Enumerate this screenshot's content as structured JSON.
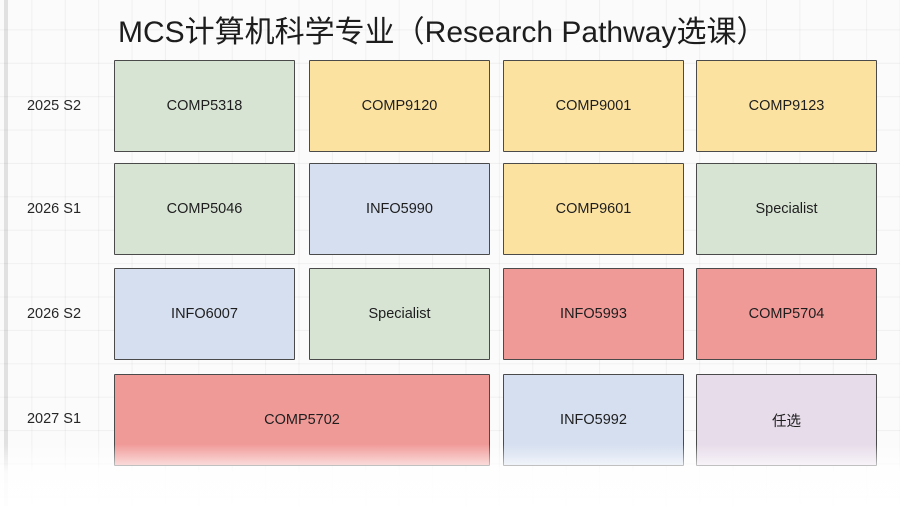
{
  "title": "MCS计算机科学专业（Research Pathway选课）",
  "colors": {
    "green": "#d7e4d4",
    "yellow": "#fbe2a1",
    "blue": "#d5dff0",
    "red": "#f09a98",
    "purple": "#e7dcea",
    "cell_border": "#4a4a4a",
    "background": "#fbfbfb",
    "text": "#1e1e1e"
  },
  "row_labels": [
    "2025 S2",
    "2026 S1",
    "2026 S2",
    "2027 S1"
  ],
  "rows": [
    {
      "label": "2025 S2",
      "cells": [
        {
          "text": "COMP5318",
          "color": "green"
        },
        {
          "text": "COMP9120",
          "color": "yellow"
        },
        {
          "text": "COMP9001",
          "color": "yellow"
        },
        {
          "text": "COMP9123",
          "color": "yellow"
        }
      ]
    },
    {
      "label": "2026 S1",
      "cells": [
        {
          "text": "COMP5046",
          "color": "green"
        },
        {
          "text": "INFO5990",
          "color": "blue"
        },
        {
          "text": "COMP9601",
          "color": "yellow"
        },
        {
          "text": "Specialist",
          "color": "green"
        }
      ]
    },
    {
      "label": "2026 S2",
      "cells": [
        {
          "text": "INFO6007",
          "color": "blue"
        },
        {
          "text": "Specialist",
          "color": "green"
        },
        {
          "text": "INFO5993",
          "color": "red"
        },
        {
          "text": "COMP5704",
          "color": "red"
        }
      ]
    },
    {
      "label": "2027 S1",
      "cells": [
        {
          "text": "COMP5702",
          "color": "red",
          "span": 2
        },
        {
          "text": "INFO5992",
          "color": "blue"
        },
        {
          "text": "任选",
          "color": "purple"
        }
      ]
    }
  ]
}
